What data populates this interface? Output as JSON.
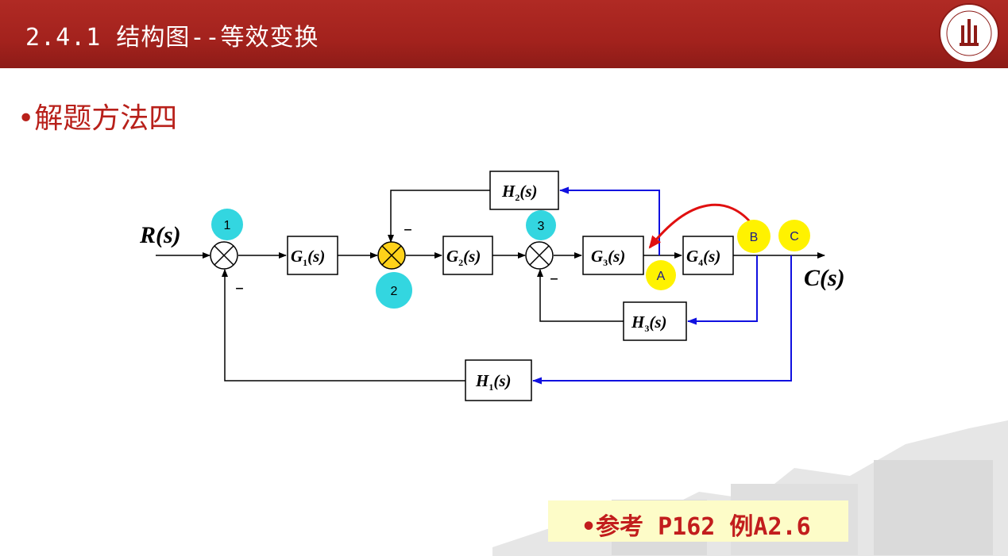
{
  "header": {
    "title": "2.4.1 结构图--等效变换"
  },
  "section": {
    "title": "•解题方法四"
  },
  "diagram": {
    "input": "R(s)",
    "output": "C(s)",
    "blocks": {
      "g1": {
        "base": "G",
        "sub": "1",
        "arg": "(s)"
      },
      "g2": {
        "base": "G",
        "sub": "2",
        "arg": "(s)"
      },
      "g3": {
        "base": "G",
        "sub": "3",
        "arg": "(s)"
      },
      "g4": {
        "base": "G",
        "sub": "4",
        "arg": "(s)"
      },
      "h1": {
        "base": "H",
        "sub": "1",
        "arg": "(s)"
      },
      "h2": {
        "base": "H",
        "sub": "2",
        "arg": "(s)"
      },
      "h3": {
        "base": "H",
        "sub": "3",
        "arg": "(s)"
      }
    },
    "summing_labels": {
      "s1": "1",
      "s2": "2",
      "s3": "3"
    },
    "point_labels": {
      "a": "A",
      "b": "B",
      "c": "C"
    },
    "minus_sign": "–",
    "colors": {
      "line": "#000000",
      "feedback_arrow": "#1010e0",
      "move_arrow": "#e01010",
      "cyan_marker": "#33d6e0",
      "yellow_marker": "#fff200",
      "summing_highlight": "#ffd21a"
    }
  },
  "reference": {
    "text": "•参考 P162 例A2.6"
  }
}
